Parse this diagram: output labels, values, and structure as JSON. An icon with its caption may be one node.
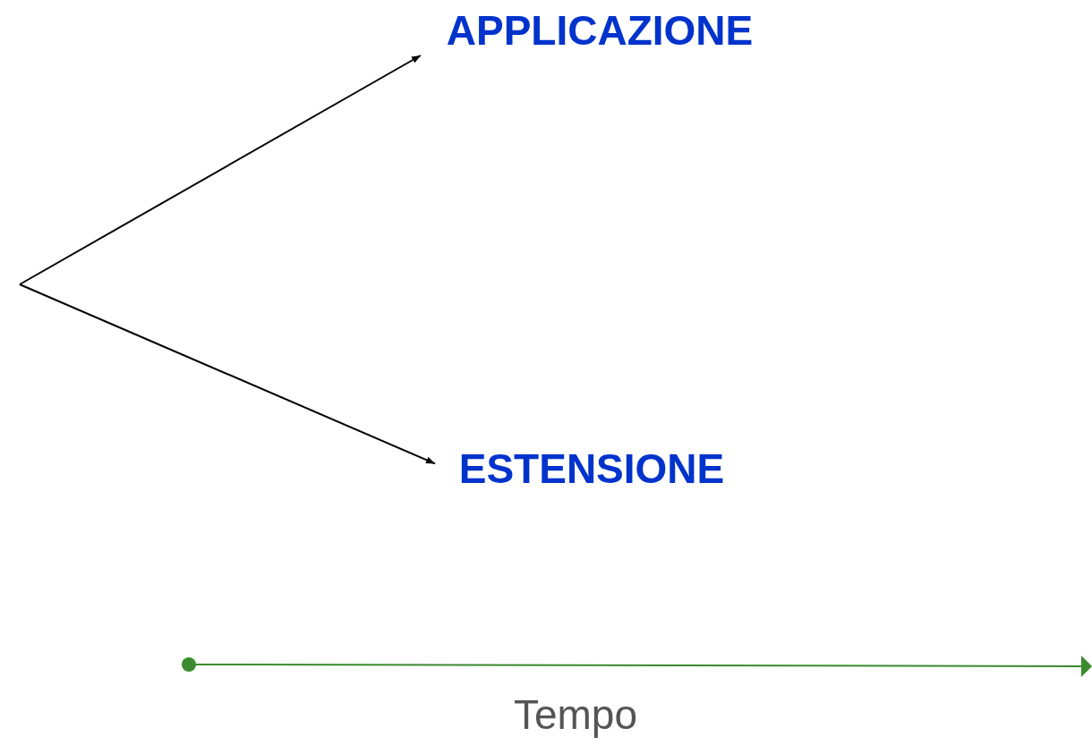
{
  "diagram": {
    "nodes": [
      {
        "text": [
          "APPLICAZIONE"
        ]
      },
      {
        "text": [
          "ESTENSIONE"
        ]
      }
    ],
    "edges": [
      {
        "from": null,
        "to": 0,
        "arrow": "to"
      },
      {
        "from": null,
        "to": 1,
        "arrow": "to"
      }
    ],
    "labels": [
      "Tempo"
    ]
  }
}
